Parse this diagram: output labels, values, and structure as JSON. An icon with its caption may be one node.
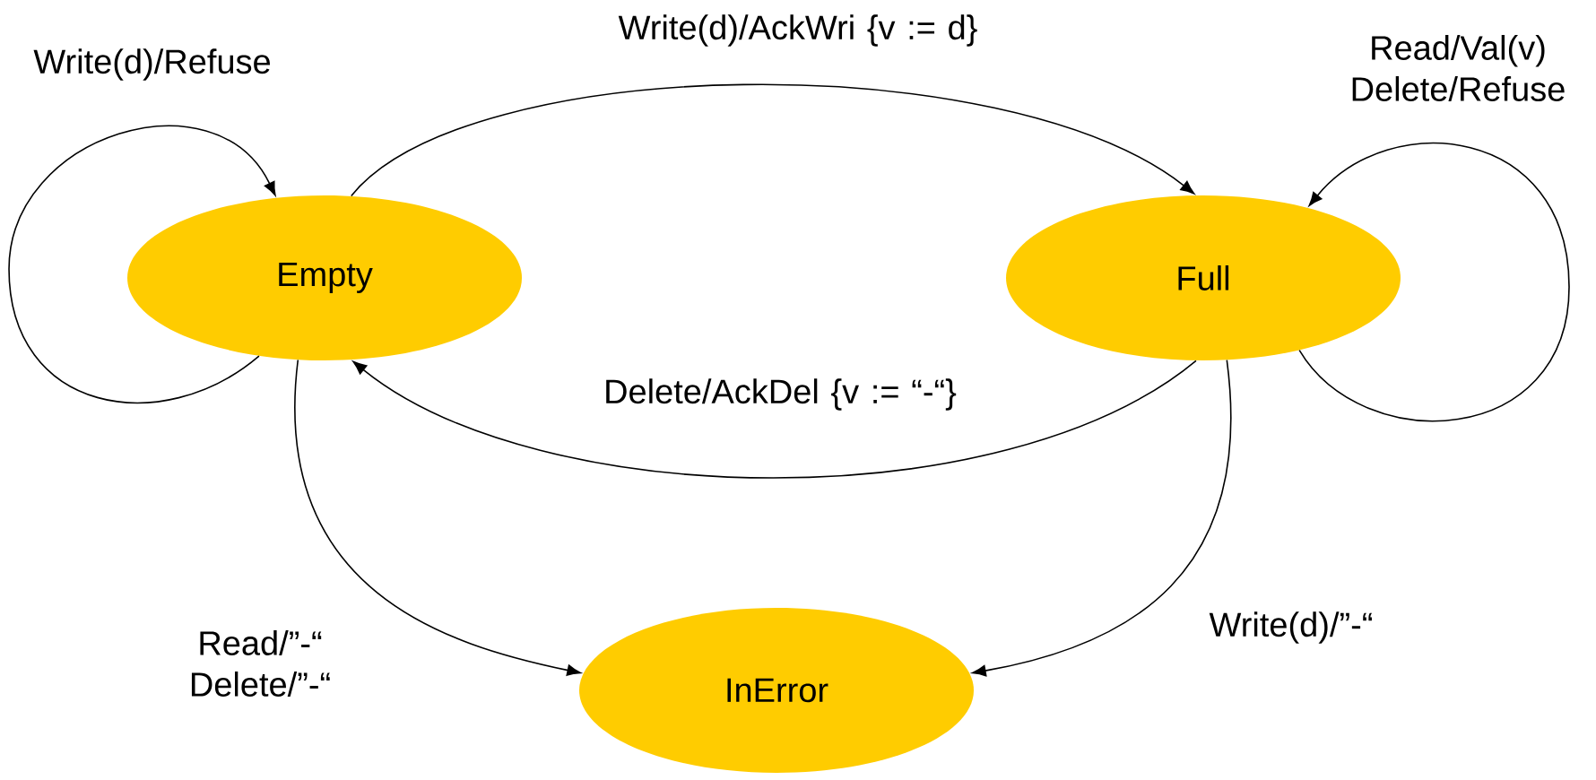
{
  "diagram": {
    "nodes": [
      {
        "text": [
          "Empty"
        ]
      },
      {
        "text": [
          "Full"
        ]
      },
      {
        "text": [
          "InError"
        ]
      }
    ],
    "edges": [
      {
        "from": 0,
        "to": 0,
        "arrow": "to",
        "label": "Write(d)/Refuse"
      },
      {
        "from": 0,
        "to": 1,
        "arrow": "to",
        "label": "Write(d)/AckWri {v := d}"
      },
      {
        "from": 1,
        "to": 1,
        "arrow": "to",
        "label": "Read/Val(v) Delete/Refuse"
      },
      {
        "from": 1,
        "to": 0,
        "arrow": "to",
        "label": "Delete/AckDel {v := “-“}"
      },
      {
        "from": 0,
        "to": 2,
        "arrow": "to",
        "label": "Read/”-“ Delete/”-“"
      },
      {
        "from": 1,
        "to": 2,
        "arrow": "to",
        "label": "Write(d)/”-“"
      }
    ]
  }
}
